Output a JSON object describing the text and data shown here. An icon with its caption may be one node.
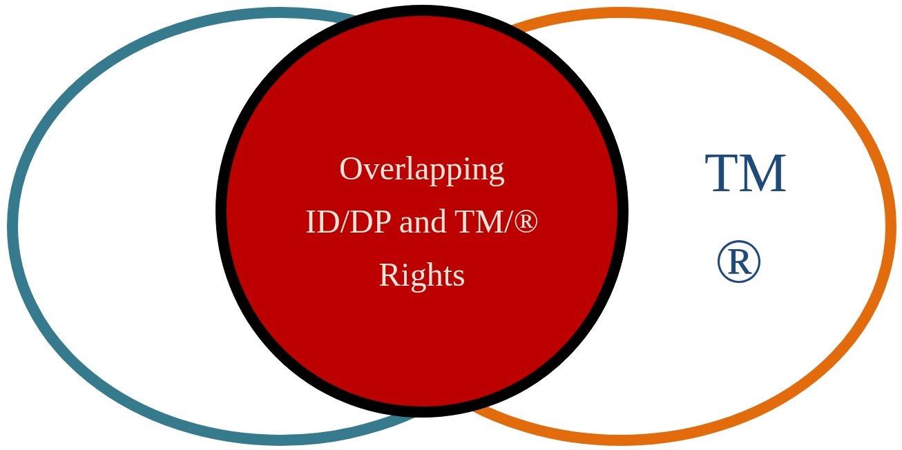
{
  "diagram": {
    "nodes": [
      {
        "text": [],
        "shape": "ellipse"
      },
      {
        "text": [
          "Overlapping ID/DP and TM/® Rights"
        ]
      },
      {
        "text": [
          "TM",
          "®"
        ]
      }
    ]
  }
}
